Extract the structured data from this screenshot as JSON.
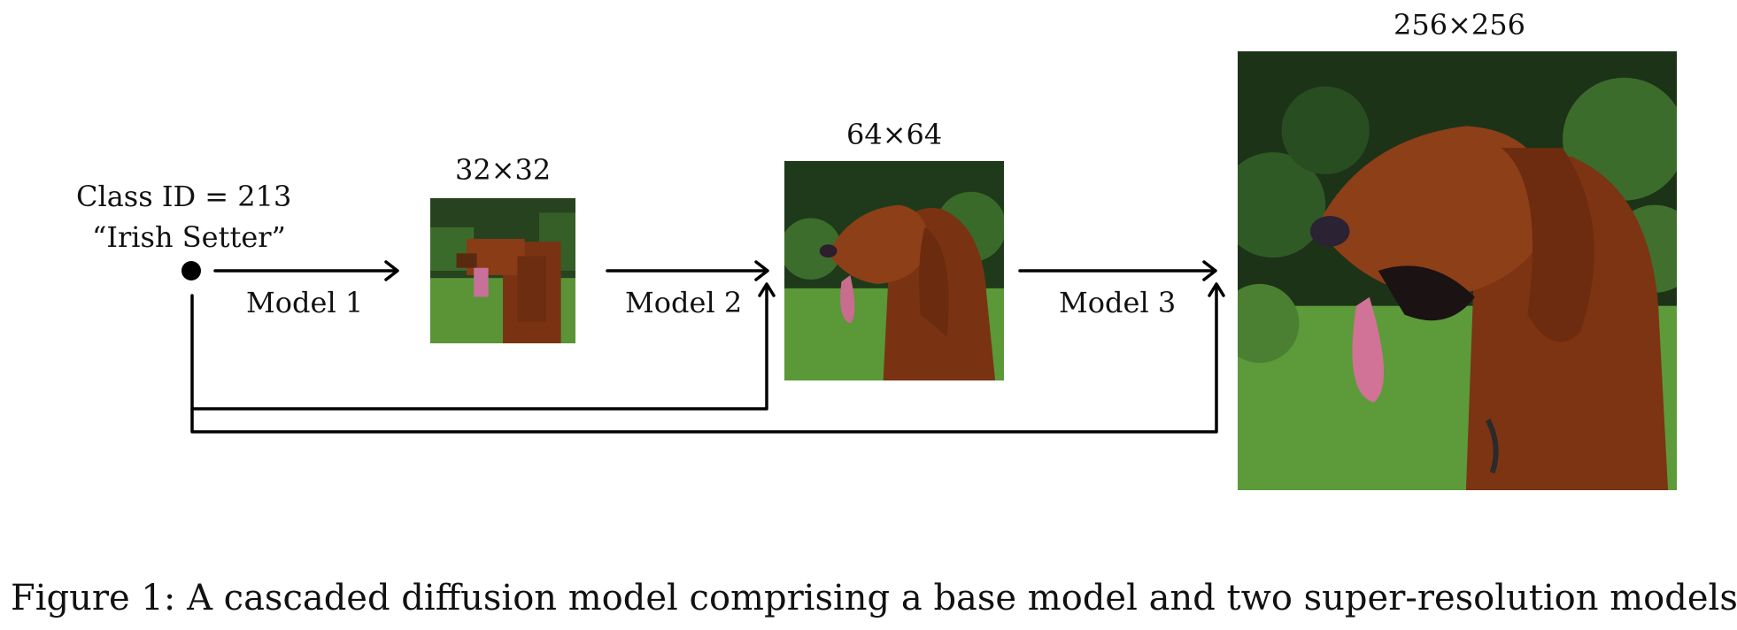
{
  "input": {
    "class_line": "Class ID = 213",
    "name_line": "“Irish Setter”"
  },
  "stages": [
    {
      "size_label": "32×32",
      "model_label": "Model 1"
    },
    {
      "size_label": "64×64",
      "model_label": "Model 2"
    },
    {
      "size_label": "256×256",
      "model_label": "Model 3"
    }
  ],
  "caption": "Figure 1: A cascaded diffusion model comprising a base model and two super-resolution models.",
  "colors": {
    "line": "#000000",
    "grass": "#4f8a2c",
    "foliage": "#1f3a1a",
    "fur": "#8a3a14",
    "tongue": "#c96d8e"
  }
}
